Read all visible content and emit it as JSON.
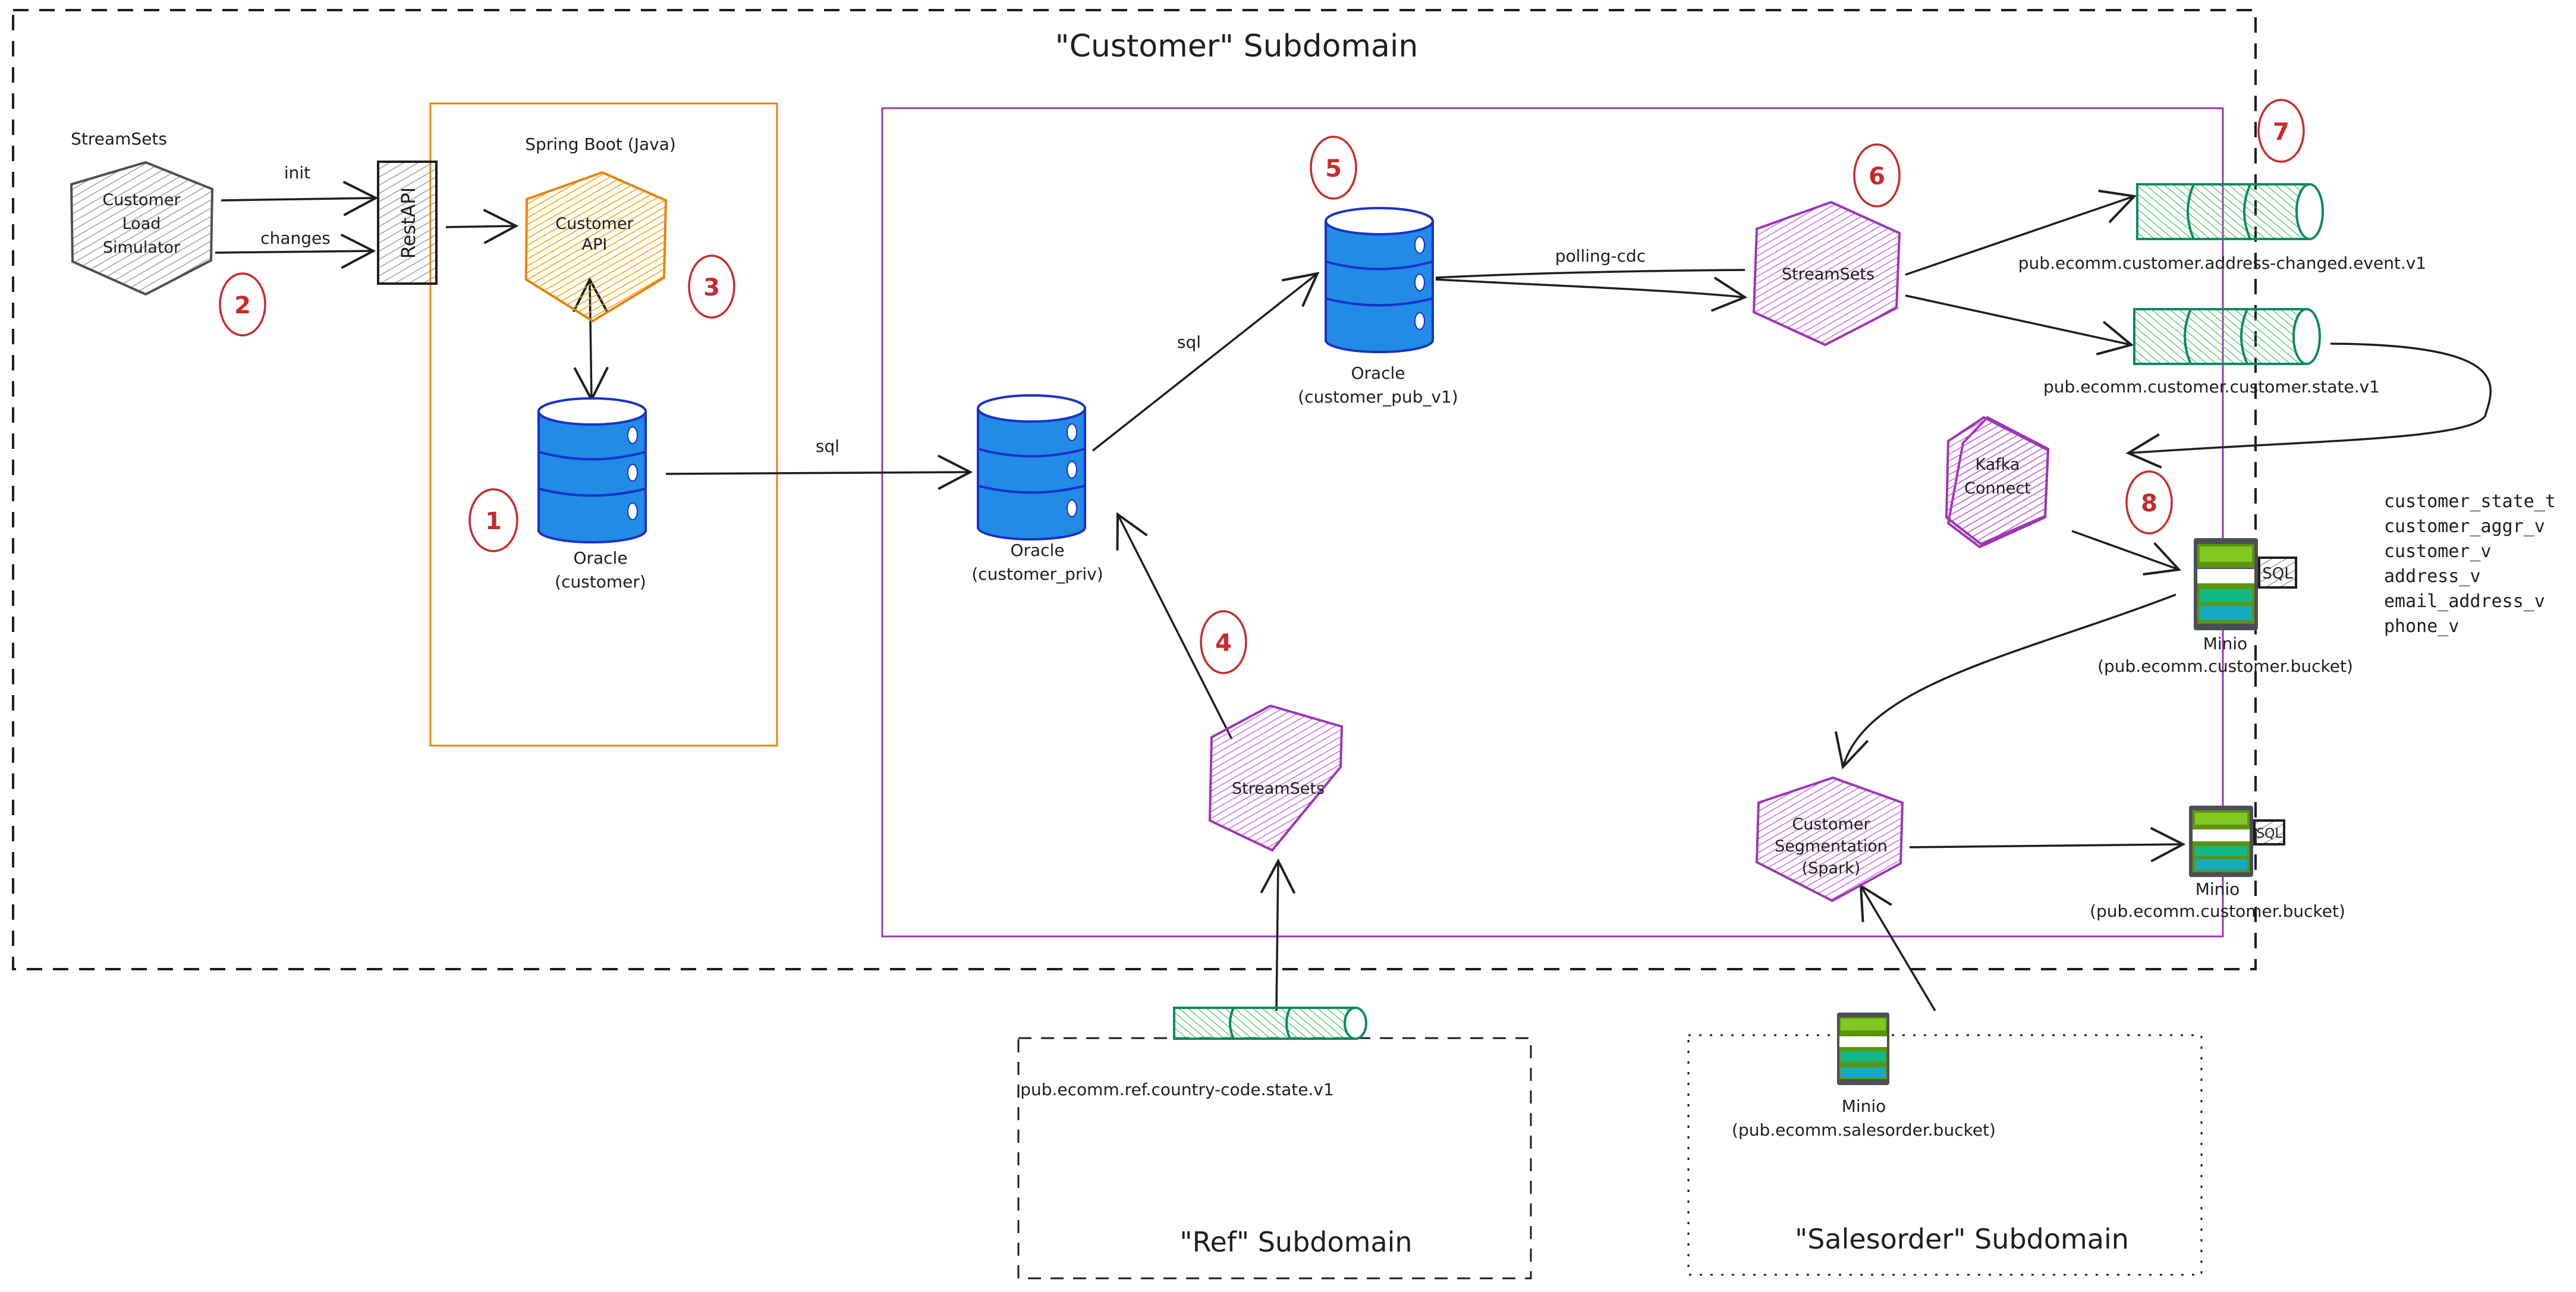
{
  "title": "\"Customer\" Subdomain",
  "colors": {
    "orange": "#e8830c",
    "purple": "#9c36b5",
    "db_blue": "#228be6",
    "db_stroke": "#1931c8",
    "kafka_green": "#2f9e44",
    "kafka_stroke": "#0c8a62",
    "badge_red": "#c92a2a",
    "grey": "#495057"
  },
  "regions": {
    "customer": "\"Customer\" Subdomain",
    "spring": "Spring Boot (Java)",
    "ref": "\"Ref\" Subdomain",
    "salesorder": "\"Salesorder\" Subdomain"
  },
  "nodes": {
    "simulator_header": "StreamSets",
    "simulator": [
      "Customer",
      "Load",
      "Simulator"
    ],
    "restapi": "RestAPI",
    "customer_api": [
      "Customer",
      "API"
    ],
    "oracle_customer": [
      "Oracle",
      "(customer)"
    ],
    "oracle_priv": [
      "Oracle",
      "(customer_priv)"
    ],
    "oracle_pub": [
      "Oracle",
      "(customer_pub_v1)"
    ],
    "streamsets_cdc": "StreamSets",
    "streamsets_ref": "StreamSets",
    "topic_address": "pub.ecomm.customer.address-changed.event.v1",
    "topic_state": "pub.ecomm.customer.customer.state.v1",
    "topic_ref": "pub.ecomm.ref.country-code.state.v1",
    "kafka_connect": [
      "Kafka",
      "Connect"
    ],
    "minio_customer_1": [
      "Minio",
      "(pub.ecomm.customer.bucket)"
    ],
    "minio_customer_2": [
      "Minio",
      "(pub.ecomm.customer.bucket)"
    ],
    "minio_salesorder": [
      "Minio",
      "(pub.ecomm.salesorder.bucket)"
    ],
    "segmentation": [
      "Customer",
      "Segmentation",
      "(Spark)"
    ],
    "sql_tag": "SQL"
  },
  "edges": {
    "init": "init",
    "changes": "changes",
    "sql_1": "sql",
    "sql_2": "sql",
    "polling_cdc": "polling-cdc"
  },
  "tables": [
    "customer_state_t",
    "customer_aggr_v",
    "customer_v",
    "address_v",
    "email_address_v",
    "phone_v"
  ],
  "badges": [
    "1",
    "2",
    "3",
    "4",
    "5",
    "6",
    "7",
    "8"
  ]
}
